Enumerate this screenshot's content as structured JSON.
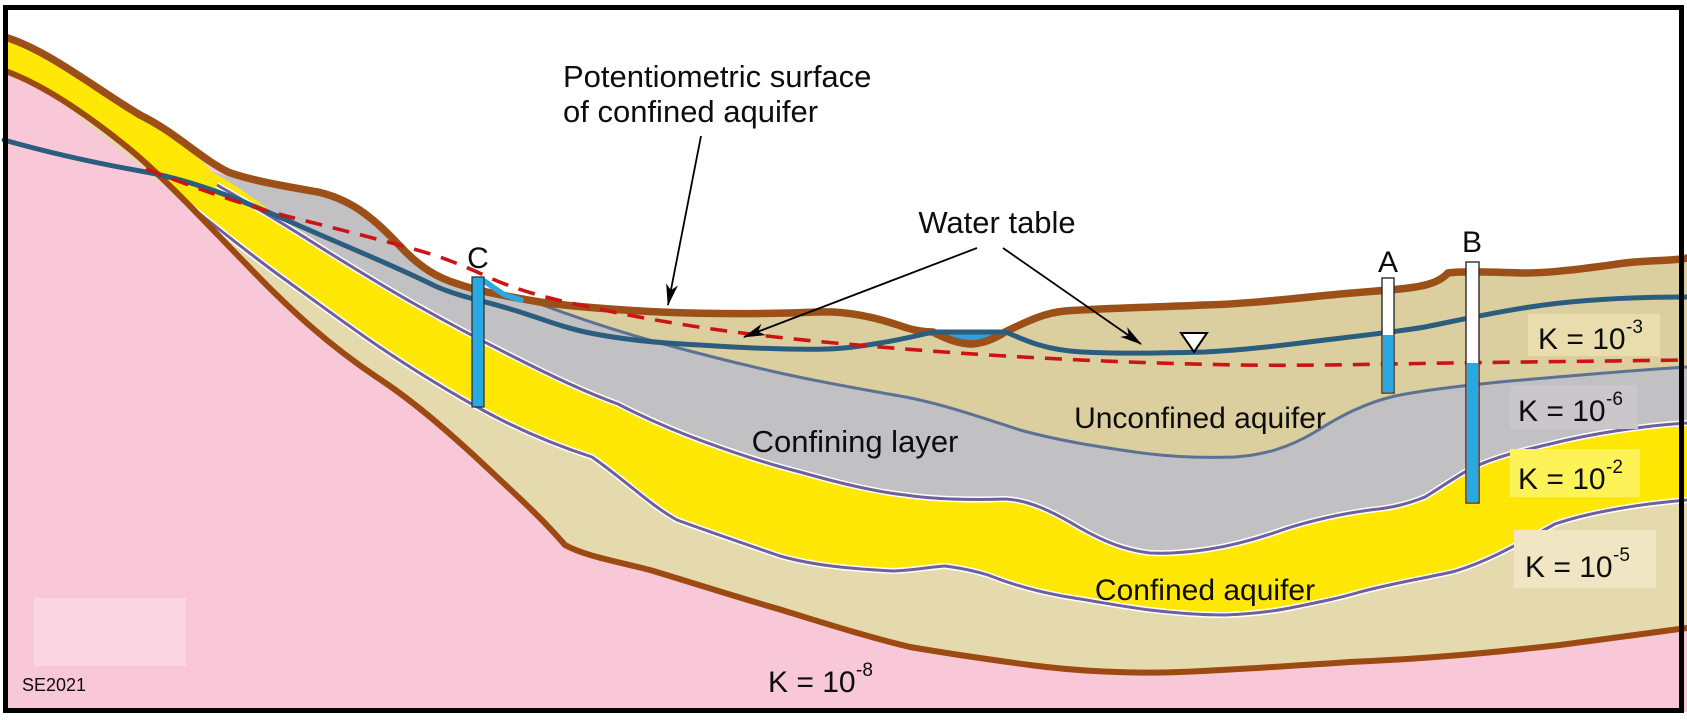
{
  "diagram": {
    "credit": "SE2021",
    "annotations": {
      "potentiometric": {
        "line1": "Potentiometric surface",
        "line2": "of confined aquifer"
      },
      "water_table": "Water table"
    },
    "layers": {
      "unconfined": {
        "label": "Unconfined aquifer",
        "k_base": "K = 10",
        "k_exp": "-3",
        "color": "#dccf9f"
      },
      "confining": {
        "label": "Confining layer",
        "k_base": "K = 10",
        "k_exp": "-6",
        "color": "#c1c0c2"
      },
      "confined": {
        "label": "Confined aquifer",
        "k_base": "K = 10",
        "k_exp": "-2",
        "color": "#ffe805"
      },
      "lower_aquitard": {
        "k_base": "K = 10",
        "k_exp": "-5",
        "color": "#e5daae"
      },
      "bedrock": {
        "k_base": "K = 10",
        "k_exp": "-8",
        "color": "#f8c8d8"
      }
    },
    "wells": {
      "a": "A",
      "b": "B",
      "c": "C"
    },
    "colors": {
      "surface_line": "#9c4f16",
      "water_table_line": "#2b5d7e",
      "potentiometric_line": "#cc1414",
      "layer_boundary": "#6f5f9c",
      "well_water": "#29a9e1",
      "pond_water": "#2e9fdf"
    }
  }
}
